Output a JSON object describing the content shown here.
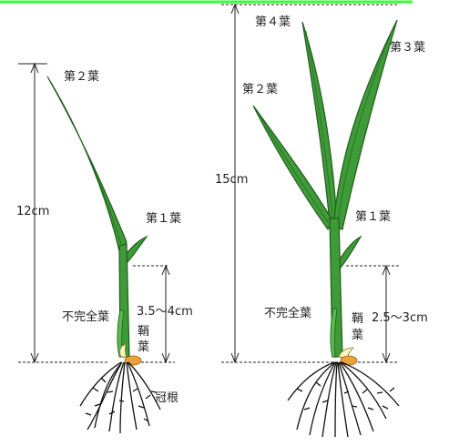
{
  "left_plant": {
    "height": "12cm",
    "leaf2": "第２葉",
    "leaf1": "第１葉",
    "incomplete_leaf": "不完全葉",
    "sheath_length": "3.5～4cm",
    "coleoptile_1": "鞘",
    "coleoptile_2": "葉",
    "crown_root": "冠根"
  },
  "right_plant": {
    "height": "15cm",
    "leaf4": "第４葉",
    "leaf3": "第３葉",
    "leaf2": "第２葉",
    "leaf1": "第１葉",
    "incomplete_leaf": "不完全葉",
    "sheath_length": "2.5～3cm",
    "coleoptile_1": "鞘",
    "coleoptile_2": "葉"
  },
  "colors": {
    "leaf": "#3f9a38",
    "leaf_dark": "#1f5e1c",
    "seed": "#e8a43a",
    "top_rule": "#33ff33"
  }
}
